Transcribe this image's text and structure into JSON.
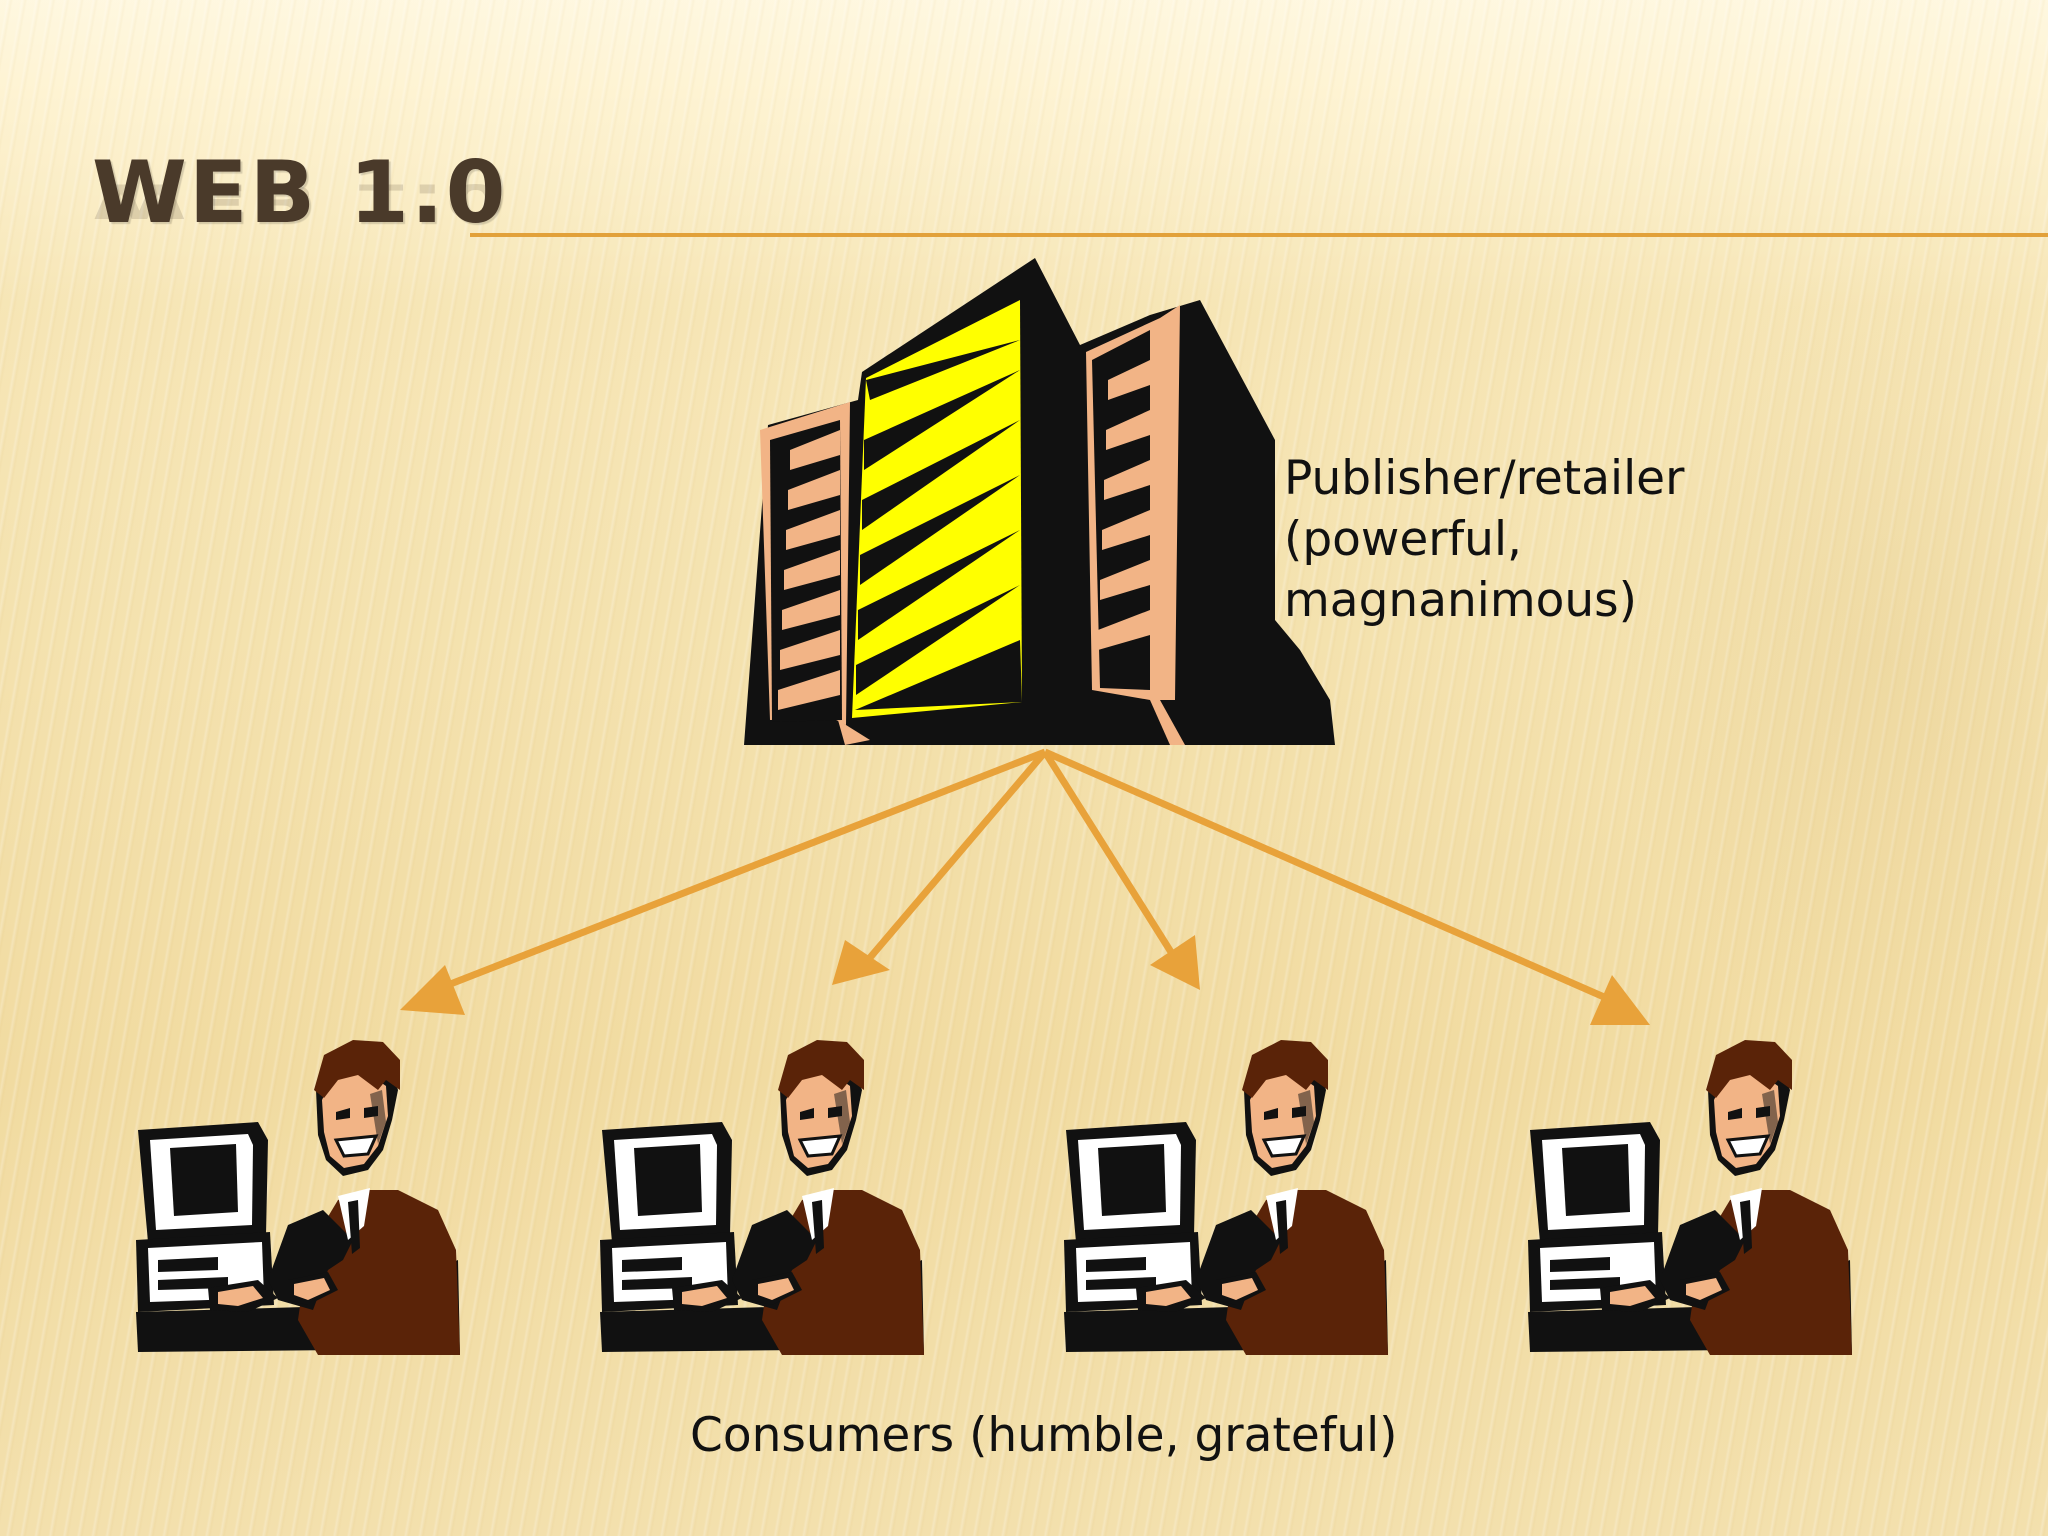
{
  "slide": {
    "title": "WEB 1.0",
    "publisher_label": "Publisher/retailer (powerful, magnanimous)",
    "publisher_lines": [
      "Publisher/retailer",
      "(powerful,",
      "magnanimous)"
    ],
    "consumers_label": "Consumers (humble, grateful)"
  },
  "colors": {
    "accent": "#e2a13a",
    "title": "#4a3a2a",
    "building_yellow": "#ffff00",
    "building_peach": "#f2b486",
    "suit_brown": "#5a2308",
    "chair_yellow": "#f0e000"
  },
  "icons": {
    "publisher": "office-building-icon",
    "consumer": "person-at-computer-icon"
  },
  "consumers": [
    {
      "id": 1
    },
    {
      "id": 2
    },
    {
      "id": 3
    },
    {
      "id": 4
    }
  ]
}
